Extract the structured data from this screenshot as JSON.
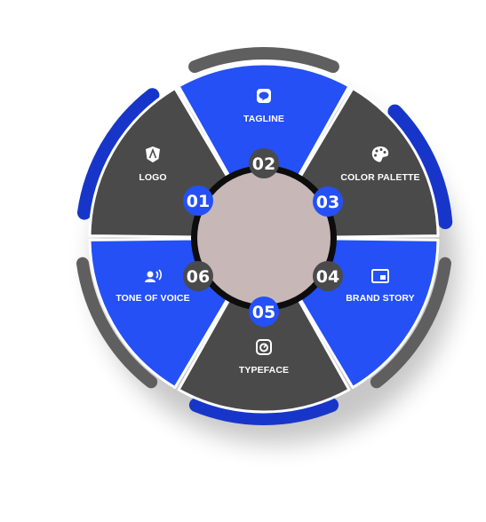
{
  "colors": {
    "blue": "#2450f5",
    "dark_blue": "#1736c9",
    "charcoal": "#4a4a4a",
    "gray_accent": "#5f5f5f",
    "center_fill": "#c7b7b7",
    "ring": "#0d0d0d"
  },
  "segments": [
    {
      "label": "LOGO",
      "number": "01",
      "color": "charcoal",
      "icon": "angular-icon"
    },
    {
      "label": "TAGLINE",
      "number": "02",
      "color": "blue",
      "icon": "line-chat-icon"
    },
    {
      "label": "COLOR PALETTE",
      "number": "03",
      "color": "charcoal",
      "icon": "palette-icon"
    },
    {
      "label": "BRAND STORY",
      "number": "04",
      "color": "blue",
      "icon": "picture-in-picture-icon"
    },
    {
      "label": "TYPEFACE",
      "number": "05",
      "color": "charcoal",
      "icon": "camera-icon"
    },
    {
      "label": "TONE OF VOICE",
      "number": "06",
      "color": "blue",
      "icon": "voice-icon"
    }
  ]
}
